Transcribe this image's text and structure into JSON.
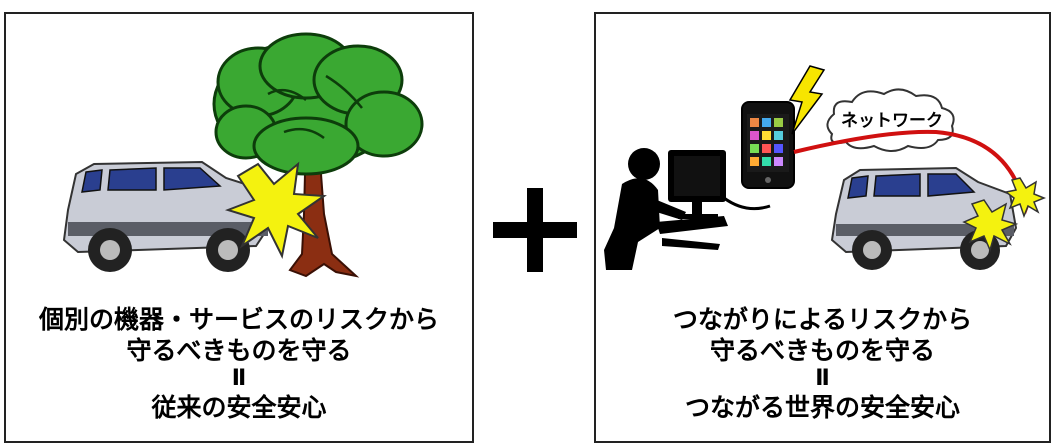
{
  "left_panel": {
    "caption_lines": [
      "個別の機器・サービスのリスクから",
      "守るべきものを守る"
    ],
    "equals": "Ⅱ",
    "conclusion": "従来の安全安心"
  },
  "operator": "+",
  "right_panel": {
    "network_label": "ネットワーク",
    "caption_lines": [
      "つながりによるリスクから",
      "守るべきものを守る"
    ],
    "equals": "Ⅱ",
    "conclusion": "つながる世界の安全安心"
  }
}
